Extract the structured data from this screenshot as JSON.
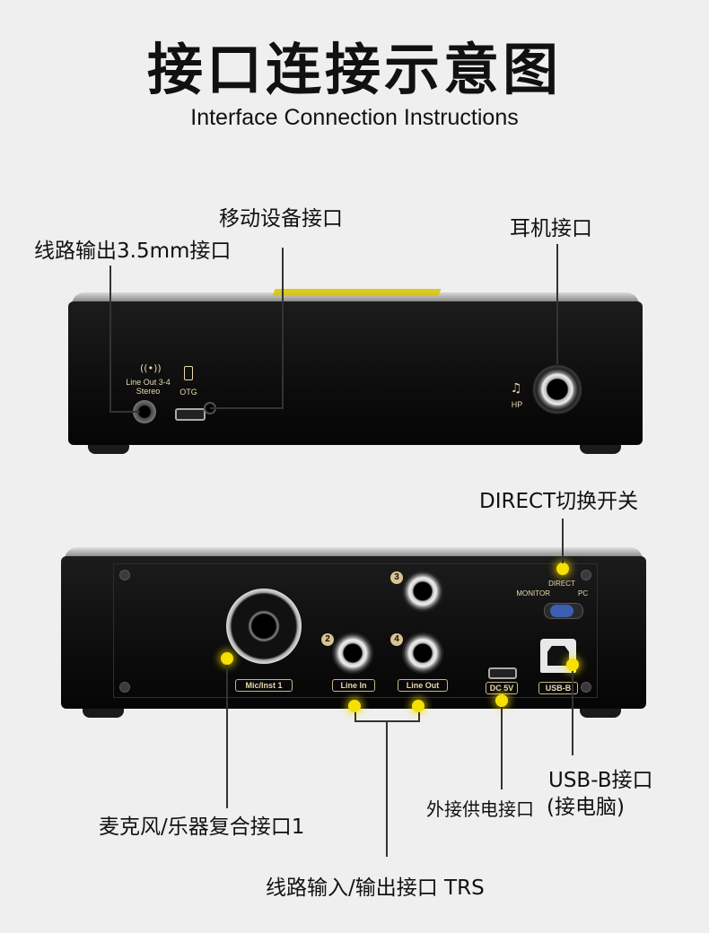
{
  "title_zh": "接口连接示意图",
  "title_en": "Interface Connection Instructions",
  "front": {
    "callouts": {
      "mobile": "移动设备接口",
      "line_out_35": "线路输出3.5mm接口",
      "headphone": "耳机接口"
    },
    "panel": {
      "line_out_label_1": "Line Out 3-4",
      "line_out_label_2": "Stereo",
      "otg_label": "OTG",
      "hp_label": "HP"
    }
  },
  "back": {
    "callouts": {
      "direct_switch": "DIRECT切换开关",
      "usb_b_1": "USB-B接口",
      "usb_b_2": "(接电脑)",
      "dc_power": "外接供电接口",
      "mic_inst": "麦克风/乐器复合接口1",
      "trs": "线路输入/输出接口 TRS"
    },
    "panel": {
      "mic_tag": "Mic/Inst 1",
      "line_in_tag": "Line In",
      "line_out_tag": "Line Out",
      "dc_tag": "DC 5V",
      "usb_tag": "USB-B",
      "num_2": "2",
      "num_3": "3",
      "num_4": "4",
      "switch_direct": "DIRECT",
      "switch_monitor": "MONITOR",
      "switch_pc": "PC"
    }
  }
}
